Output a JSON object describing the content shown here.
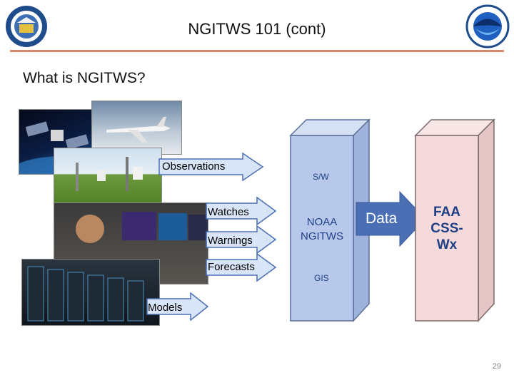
{
  "slide": {
    "title": "NGITWS 101 (cont)",
    "subtitle": "What is NGITWS?",
    "page_number": "29"
  },
  "arrows": {
    "observations": "Observations",
    "watches": "Watches",
    "warnings": "Warnings",
    "forecasts": "Forecasts",
    "models": "Models",
    "data": "Data"
  },
  "noaa_box": {
    "top_label": "S/W",
    "center_line1": "NOAA",
    "center_line2": "NGITWS",
    "bottom_label": "GIS"
  },
  "faa_box": {
    "line1": "FAA",
    "line2": "CSS-",
    "line3": "Wx"
  },
  "colors": {
    "accent_rule": "#d9886a",
    "noaa_box": "#b8c8ea",
    "faa_box": "#f4dada",
    "arrow_fill": "#d8e4f7",
    "arrow_stroke": "#4a6fb5",
    "data_arrow": "#4a6fb5"
  },
  "icons": [
    "commerce-seal-icon",
    "noaa-logo-icon"
  ]
}
